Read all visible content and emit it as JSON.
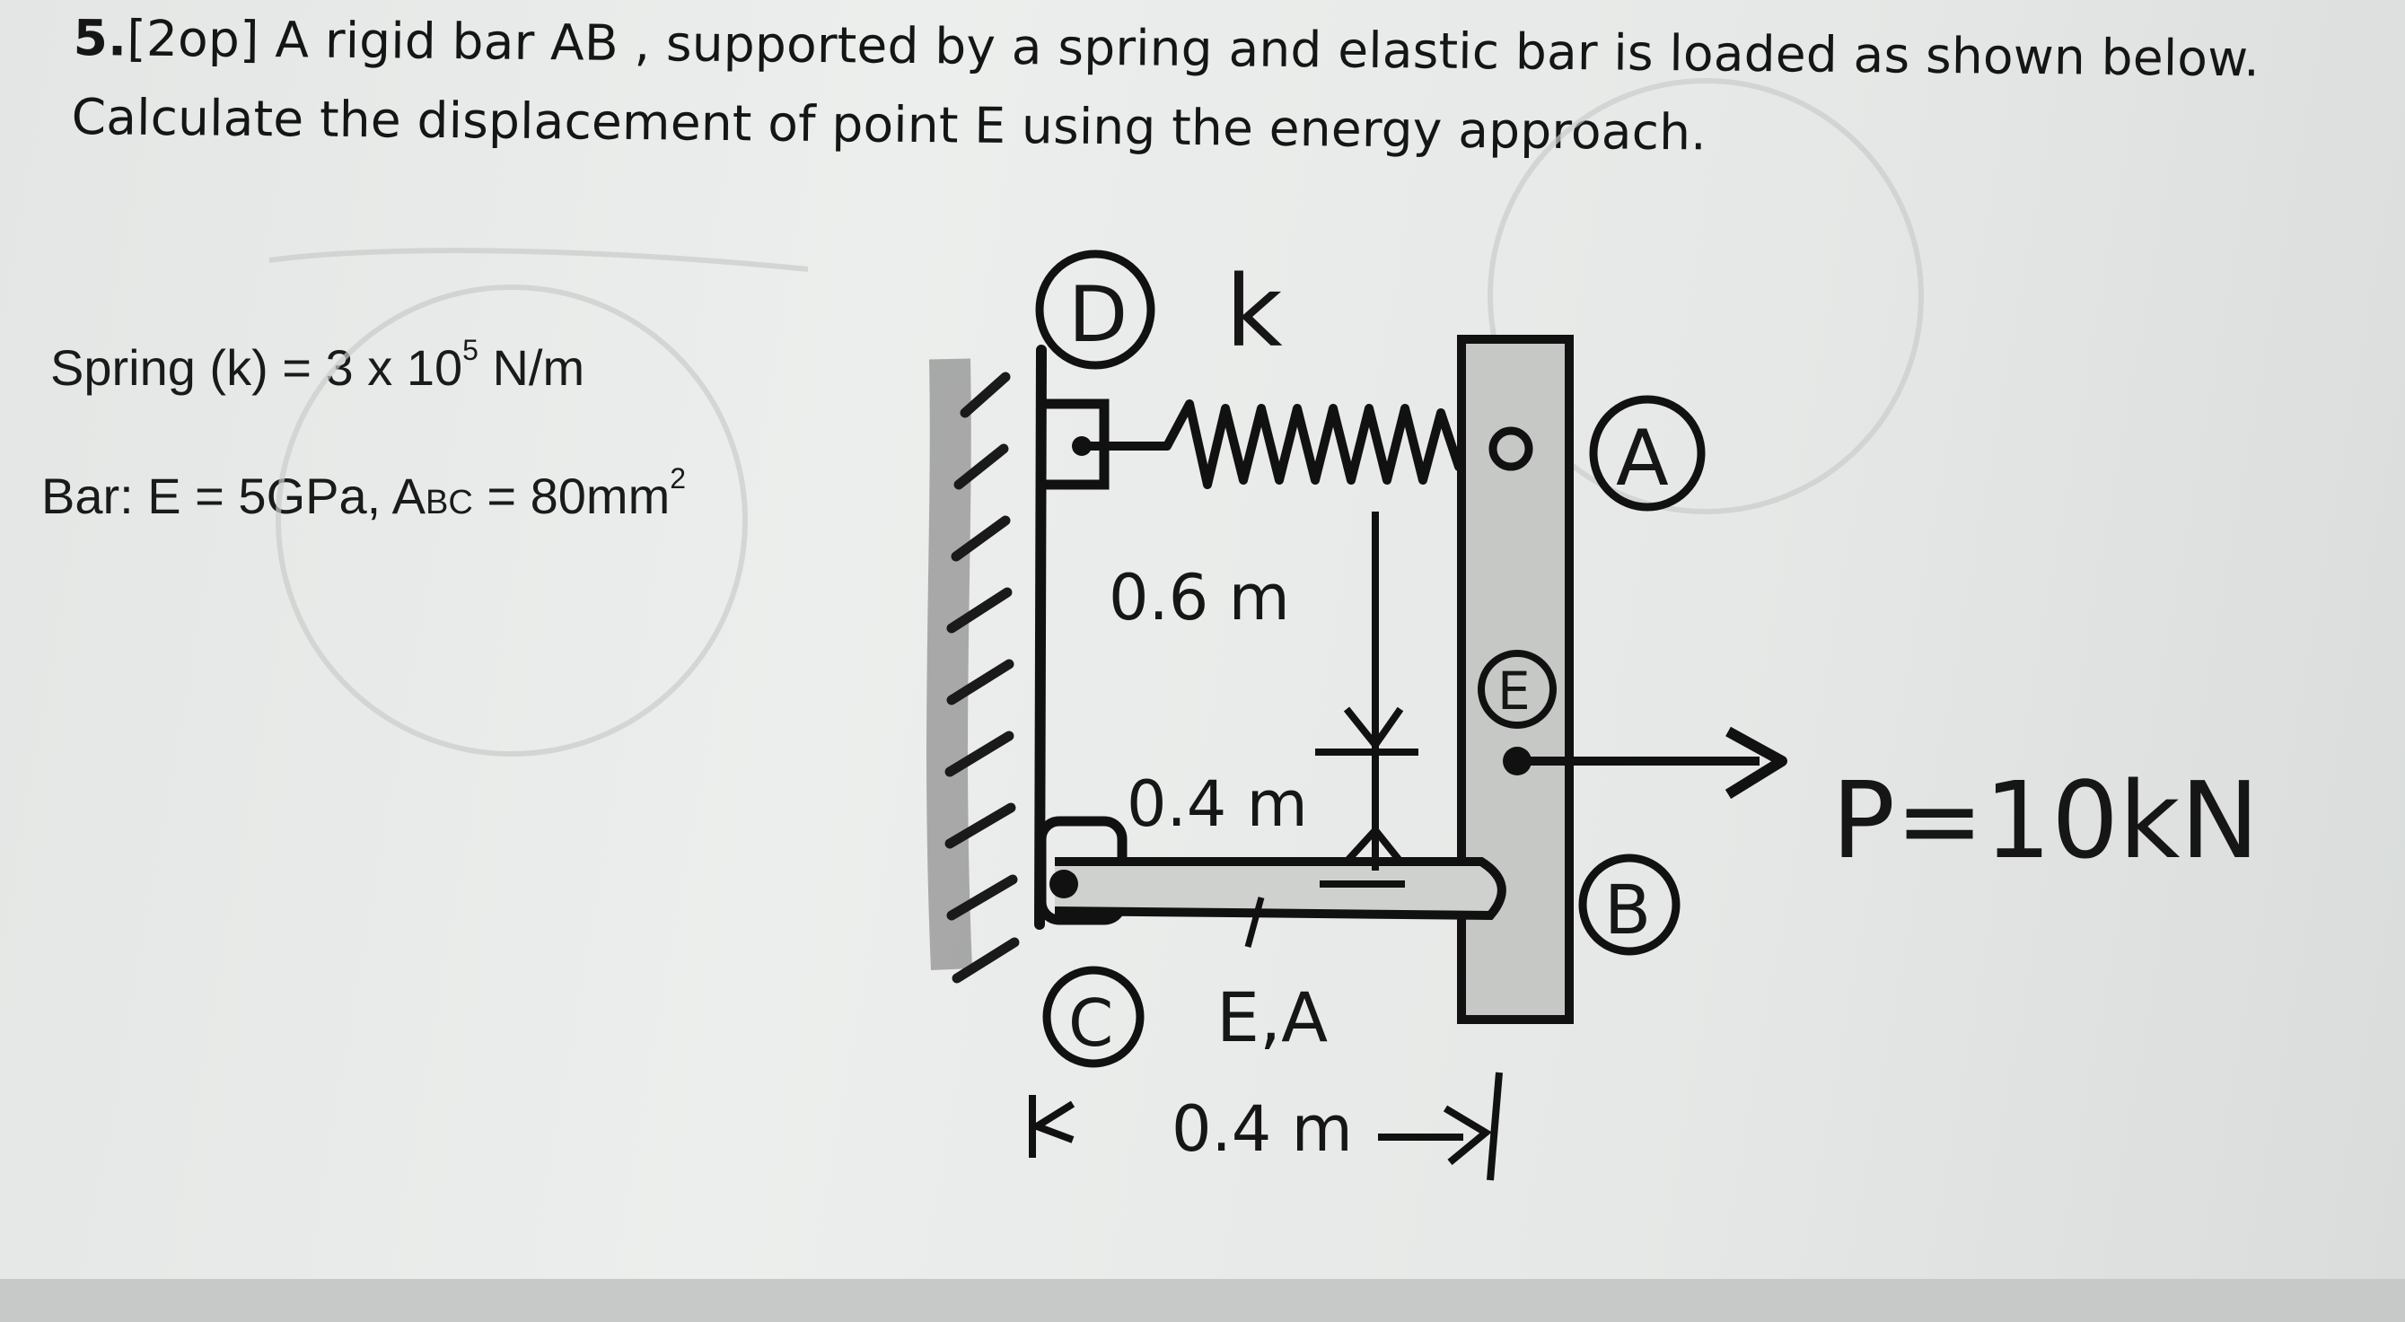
{
  "problem": {
    "number": "5.",
    "points": "[2op]",
    "line1_rest": "A rigid bar AB , supported by a spring and elastic bar is loaded as shown below.",
    "line2": "Calculate the displacement of point E using the energy approach."
  },
  "given": {
    "spring_label": "Spring (k) = 3 x 10",
    "spring_exp": "5",
    "spring_unit": "N/m",
    "bar_label": "Bar: E = 5GPa, A",
    "bar_sub": "BC",
    "bar_mid": " = 80mm",
    "bar_exp": "2"
  },
  "figure": {
    "label_D": "D",
    "label_k": "k",
    "label_A": "A",
    "label_E": "E",
    "label_B": "B",
    "label_C": "C",
    "dim_06": "0.6 m",
    "dim_04_vertical": "0.4 m",
    "dim_04_horizontal": "0.4 m",
    "bar_props": "E,A",
    "load": "P=10kN"
  }
}
